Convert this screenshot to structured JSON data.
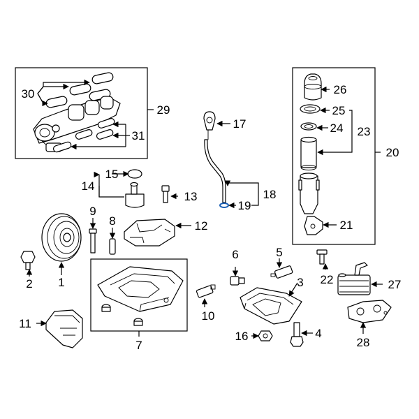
{
  "diagram": {
    "callouts": {
      "c1": "1",
      "c2": "2",
      "c3": "3",
      "c4": "4",
      "c5": "5",
      "c6": "6",
      "c7": "7",
      "c8": "8",
      "c9": "9",
      "c10": "10",
      "c11": "11",
      "c12": "12",
      "c13": "13",
      "c14": "14",
      "c15": "15",
      "c16": "16",
      "c17": "17",
      "c18": "18",
      "c19": "19",
      "c20": "20",
      "c21": "21",
      "c22": "22",
      "c23": "23",
      "c24": "24",
      "c25": "25",
      "c26": "26",
      "c27": "27",
      "c28": "28",
      "c29": "29",
      "c30": "30",
      "c31": "31"
    },
    "colors": {
      "ink": "#000000",
      "accent": "#1a5fb4",
      "paper": "#ffffff"
    }
  }
}
